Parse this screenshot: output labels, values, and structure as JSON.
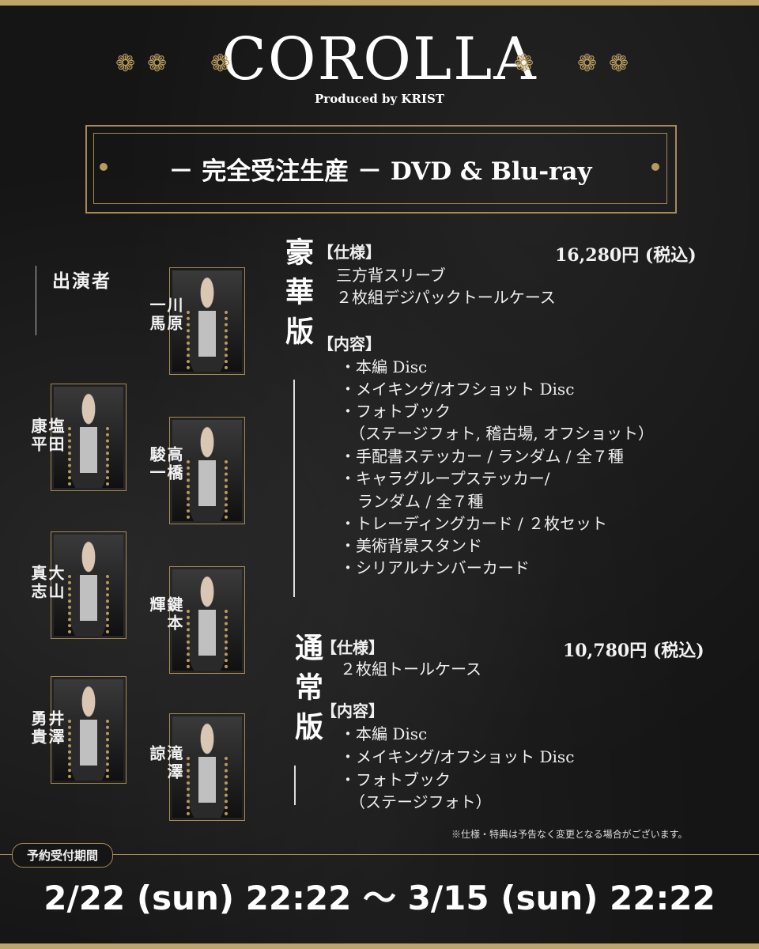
{
  "header": {
    "logo": "COROLLA",
    "produced_by": "Produced by KRIST",
    "ornament": "❁"
  },
  "banner": {
    "title": "－ 完全受注生産 － DVD & Blu-ray"
  },
  "cast": {
    "label": "出演者",
    "members": [
      {
        "name": "川原\n一馬"
      },
      {
        "name": "塩田\n康平"
      },
      {
        "name": "高橋\n駿一"
      },
      {
        "name": "大山\n真志"
      },
      {
        "name": "鍵本\n輝"
      },
      {
        "name": "井澤\n勇貴"
      },
      {
        "name": "滝澤\n諒"
      }
    ]
  },
  "deluxe": {
    "title": "豪華版",
    "spec_label": "【仕様】",
    "price": "16,280円 (税込)",
    "spec_items": [
      "三方背スリーブ",
      "２枚組デジパックトールケース"
    ],
    "content_label": "【内容】",
    "content_items": [
      "・本編 Disc",
      "・メイキング/オフショット Disc",
      "・フォトブック",
      "（ステージフォト, 稽古場, オフショット）",
      "・手配書ステッカー / ランダム / 全７種",
      "・キャラグループステッカー/",
      "ランダム / 全７種",
      "・トレーディングカード / ２枚セット",
      "・美術背景スタンド",
      "・シリアルナンバーカード"
    ]
  },
  "standard": {
    "title": "通常版",
    "spec_label": "【仕様】",
    "price": "10,780円 (税込)",
    "spec_items": [
      "２枚組トールケース"
    ],
    "content_label": "【内容】",
    "content_items": [
      "・本編 Disc",
      "・メイキング/オフショット Disc",
      "・フォトブック",
      "（ステージフォト）"
    ]
  },
  "note": "※仕様・特典は予告なく変更となる場合がございます。",
  "reservation": {
    "label": "予約受付期間",
    "period": "2/22 (sun) 22:22 〜 3/15 (sun) 22:22"
  }
}
